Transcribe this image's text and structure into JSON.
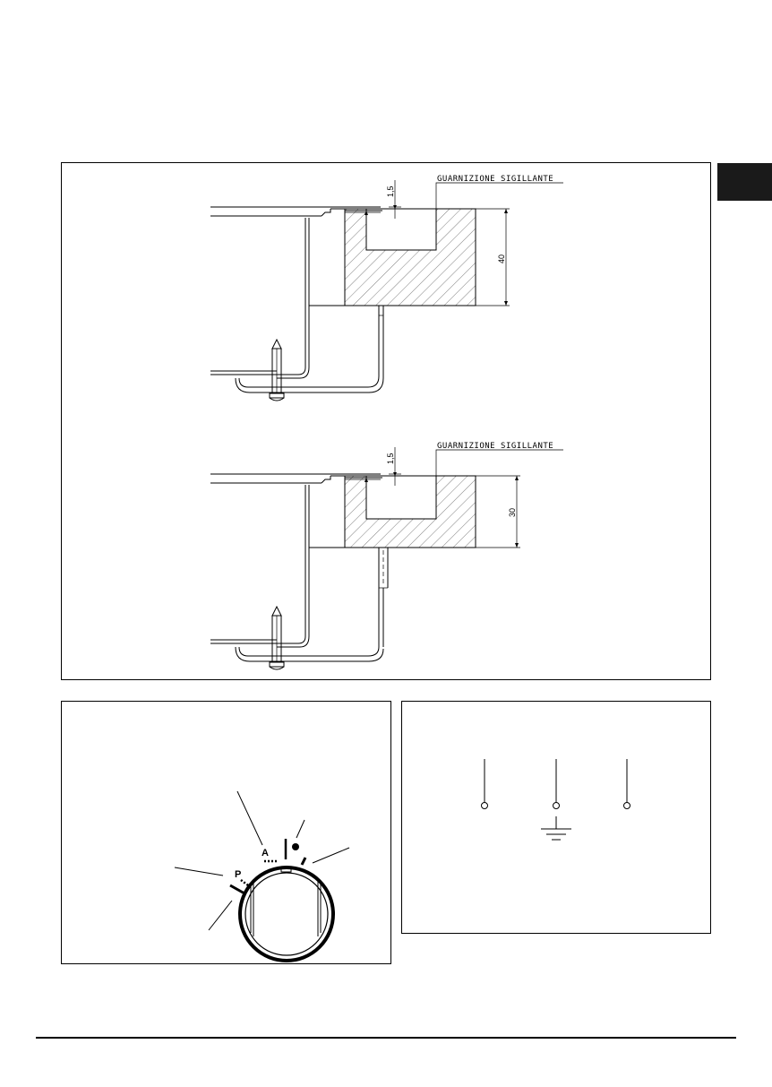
{
  "install": {
    "top": {
      "seal_label": "GUARNIZIONE SIGILLANTE",
      "dim_gap": "1,5",
      "dim_thickness": "40"
    },
    "bottom": {
      "seal_label": "GUARNIZIONE SIGILLANTE",
      "dim_gap": "1,5",
      "dim_thickness": "30"
    }
  },
  "knob": {
    "mark_a": "A",
    "mark_p": "P"
  },
  "colors": {
    "line": "#000000",
    "tab": "#1a1a1a"
  }
}
